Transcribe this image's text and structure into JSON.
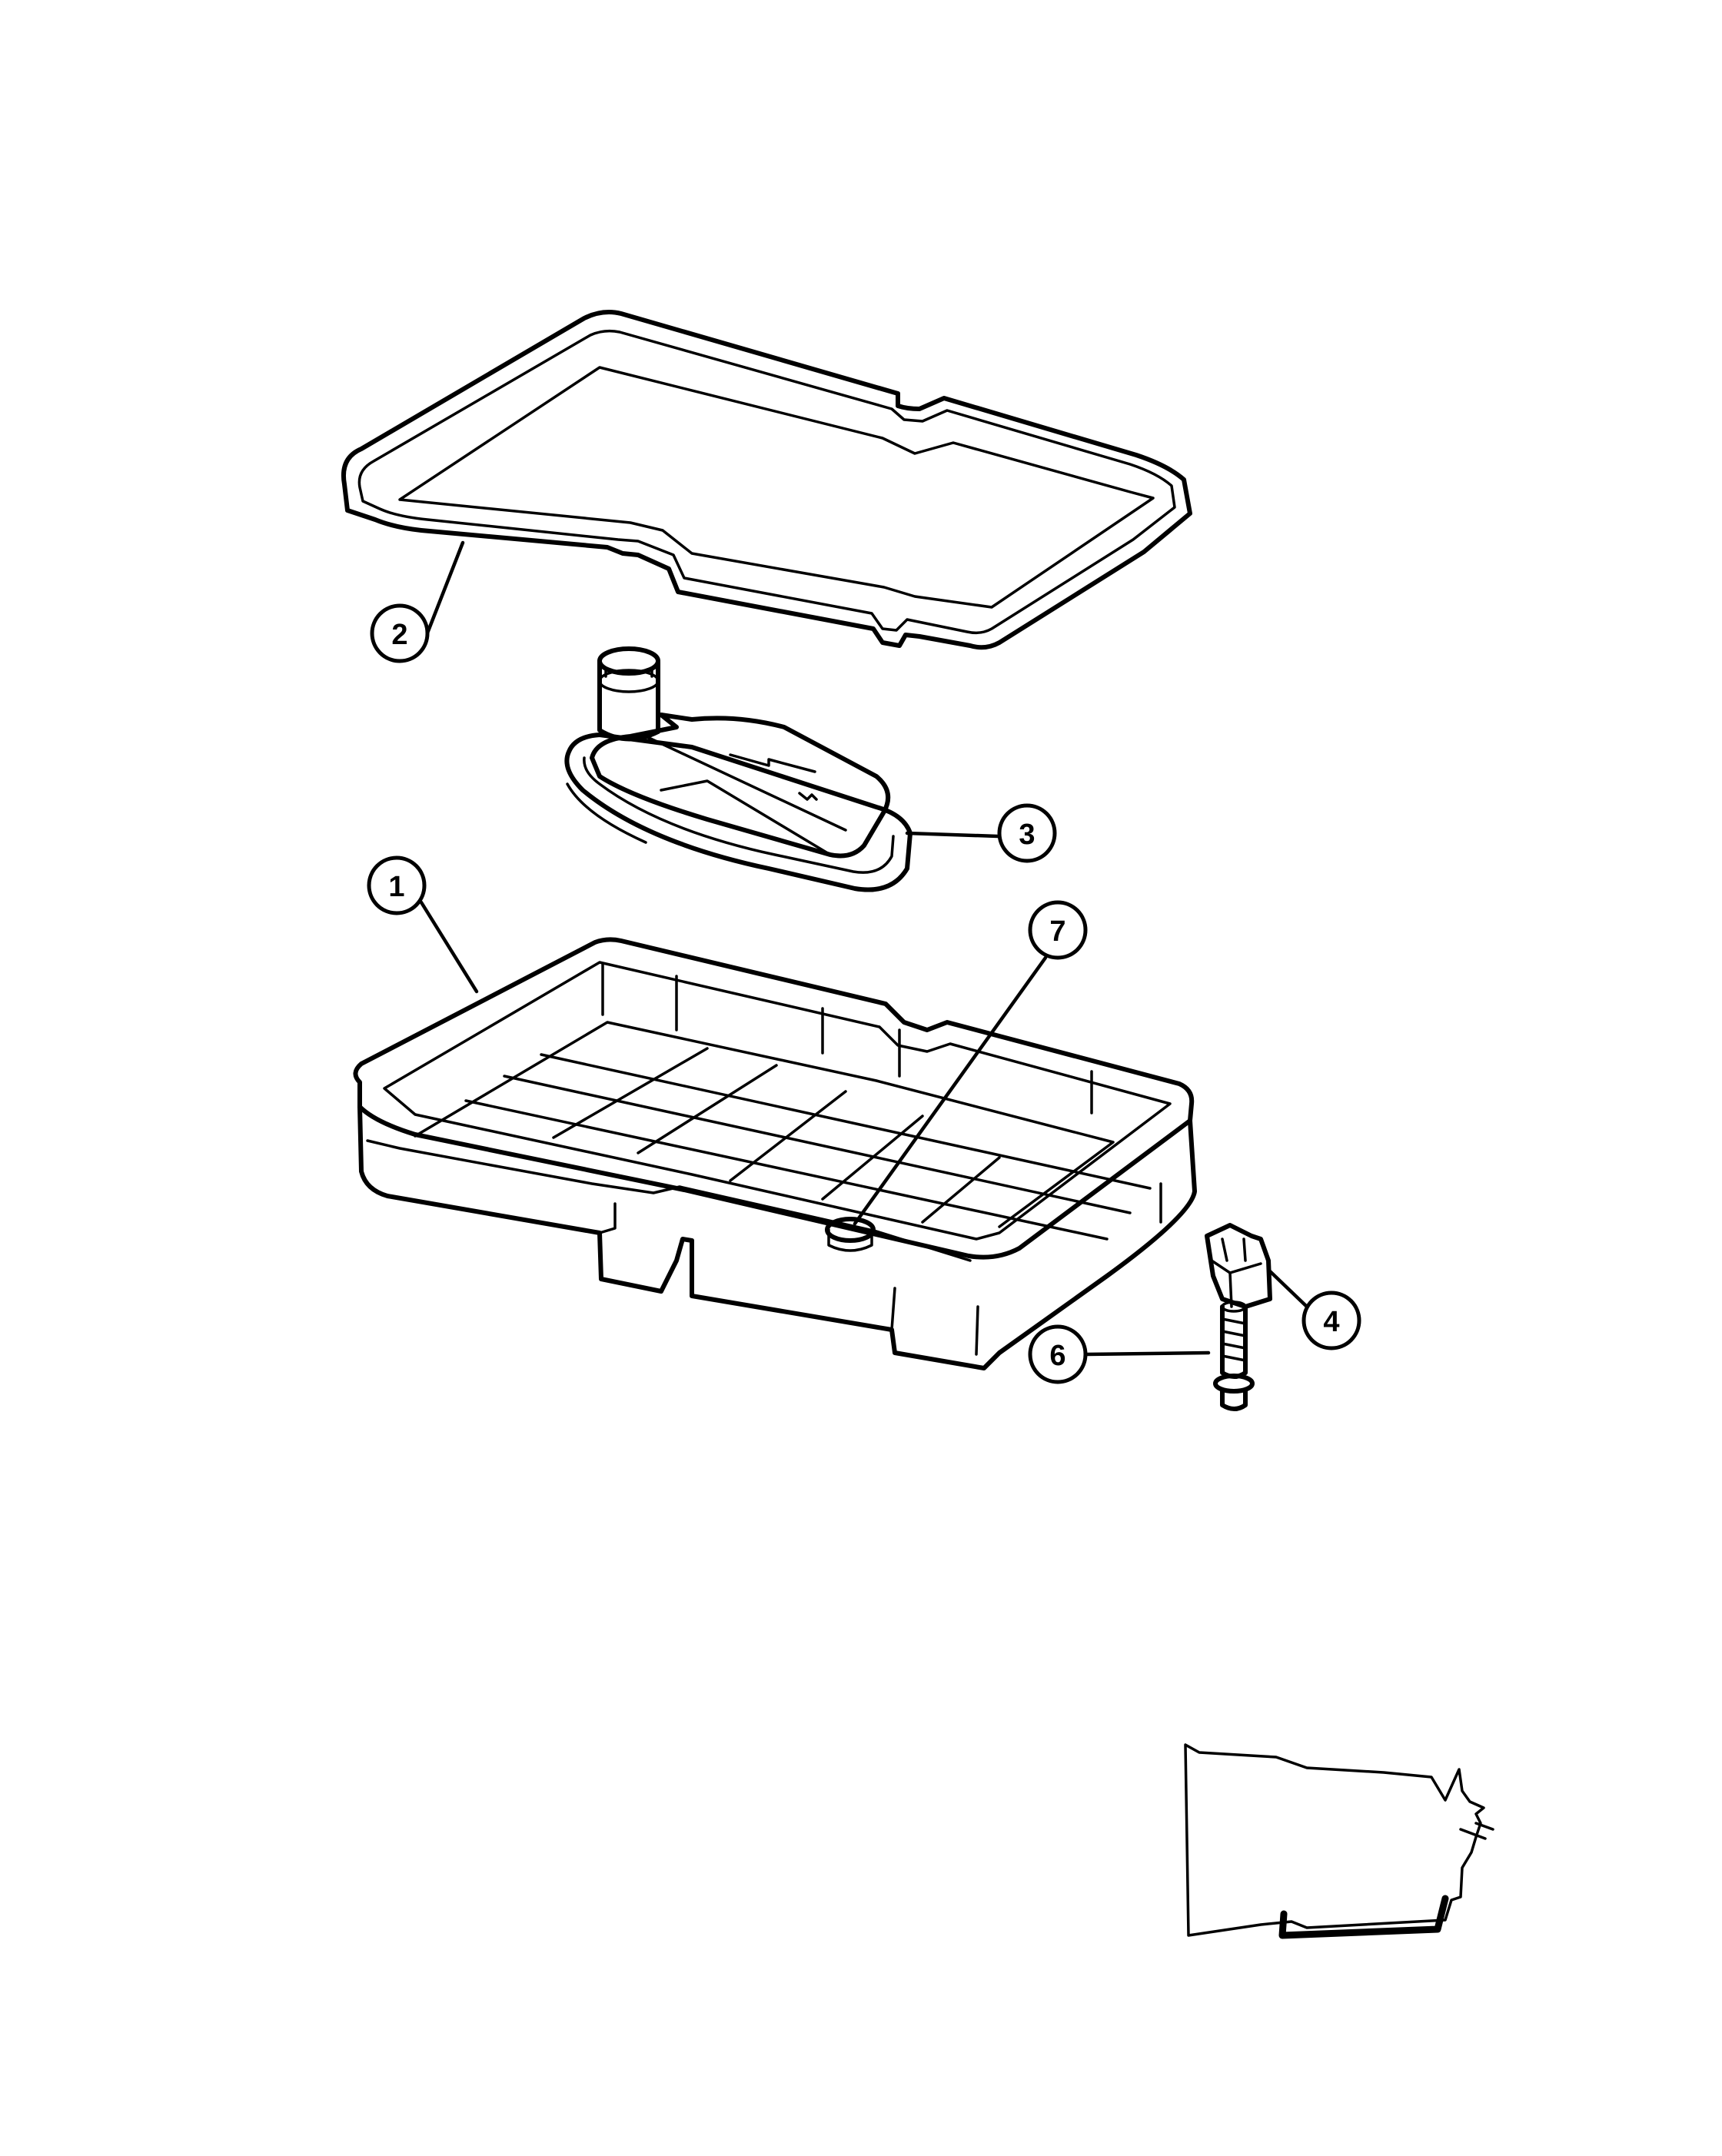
{
  "diagram": {
    "ink_color": "#000000",
    "background": "#ffffff",
    "parts": [
      {
        "id": "pan",
        "callout": "1",
        "icon": "oil-pan-drawing"
      },
      {
        "id": "gasket",
        "callout": "2",
        "icon": "pan-gasket-drawing"
      },
      {
        "id": "filter",
        "callout": "3",
        "icon": "oil-filter-drawing"
      },
      {
        "id": "nut",
        "callout": "4",
        "icon": "nut-drawing"
      },
      {
        "id": "bolt",
        "callout": "6",
        "icon": "bolt-drawing"
      },
      {
        "id": "magnet",
        "callout": "7",
        "icon": "drain-magnet-drawing"
      }
    ],
    "locator": {
      "icon": "transmission-locator-drawing"
    }
  }
}
